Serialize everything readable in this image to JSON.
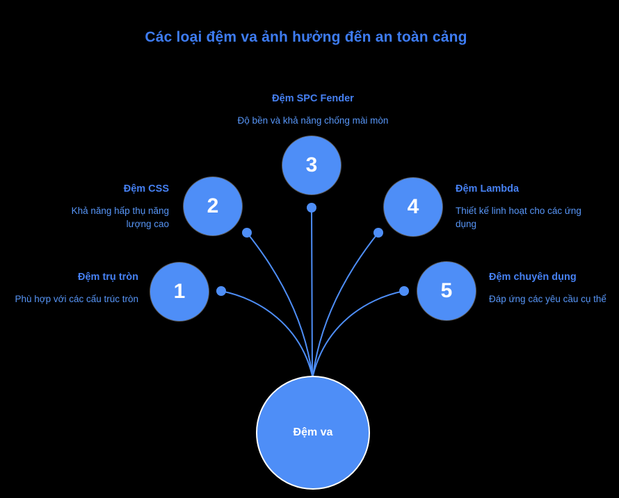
{
  "title": "Các loại đệm va ảnh hưởng đến an toàn cảng",
  "center": {
    "label": "Đệm va"
  },
  "nodes": [
    {
      "number": "1",
      "title": "Đệm trụ tròn",
      "desc": "Phù hợp với các cấu trúc tròn"
    },
    {
      "number": "2",
      "title": "Đệm CSS",
      "desc": "Khả năng hấp thụ năng lượng cao"
    },
    {
      "number": "3",
      "title": "Đệm SPC Fender",
      "desc": "Độ bền và khả năng chống mài mòn"
    },
    {
      "number": "4",
      "title": "Đệm Lambda",
      "desc": "Thiết kế linh hoạt cho các ứng dụng"
    },
    {
      "number": "5",
      "title": "Đệm chuyên dụng",
      "desc": "Đáp ứng các yêu cầu cụ thể"
    }
  ],
  "colors": {
    "background": "#000000",
    "accent_blue": "#4e8ef7",
    "title_text": "#3e7cf2",
    "node_title_text": "#4680f2",
    "node_desc_text": "#5795f6",
    "number_text": "#ffffff",
    "center_border": "#ffffff"
  }
}
